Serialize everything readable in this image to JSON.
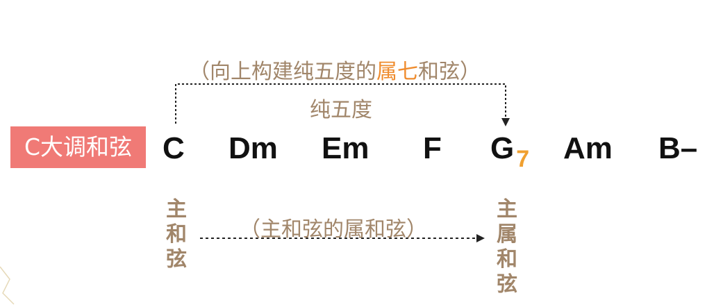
{
  "row_label": "C大调和弦",
  "chords": [
    "C",
    "Dm",
    "Em",
    "F",
    "G",
    "Am",
    "B–"
  ],
  "seventh": "7",
  "top_caption": {
    "before": "（向上构建纯五度的",
    "highlight": "属七",
    "after": "和弦）"
  },
  "interval_label": "纯五度",
  "bottom_caption": "（主和弦的属和弦）",
  "tonic_label": [
    "主",
    "和",
    "弦"
  ],
  "dominant_label": [
    "主",
    "属",
    "和",
    "弦"
  ],
  "colors": {
    "label_bg": "#f07a76",
    "caption": "#a1866a",
    "highlight": "#ef8c2e",
    "seventh": "#f0a030"
  }
}
